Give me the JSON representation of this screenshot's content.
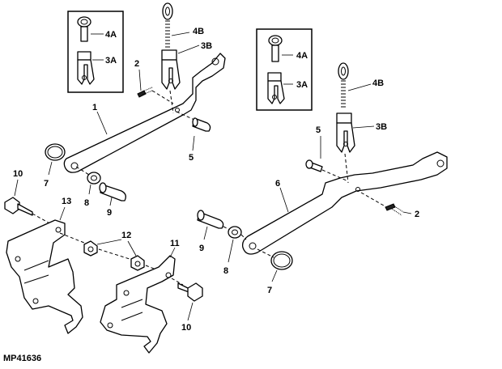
{
  "figure_code": "MP41636",
  "insets": [
    {
      "callouts": [
        "4A",
        "3A"
      ]
    },
    {
      "callouts": [
        "4A",
        "3A"
      ]
    }
  ],
  "callouts": {
    "c1": "1",
    "c2_left": "2",
    "c2_right": "2",
    "c3b_left": "3B",
    "c3b_right": "3B",
    "c4b_left": "4B",
    "c4b_right": "4B",
    "c5_left": "5",
    "c5_right": "5",
    "c6": "6",
    "c7_left": "7",
    "c7_right": "7",
    "c8_left": "8",
    "c8_right": "8",
    "c9_left": "9",
    "c9_right": "9",
    "c10_left": "10",
    "c10_right": "10",
    "c11": "11",
    "c12": "12",
    "c13": "13"
  }
}
